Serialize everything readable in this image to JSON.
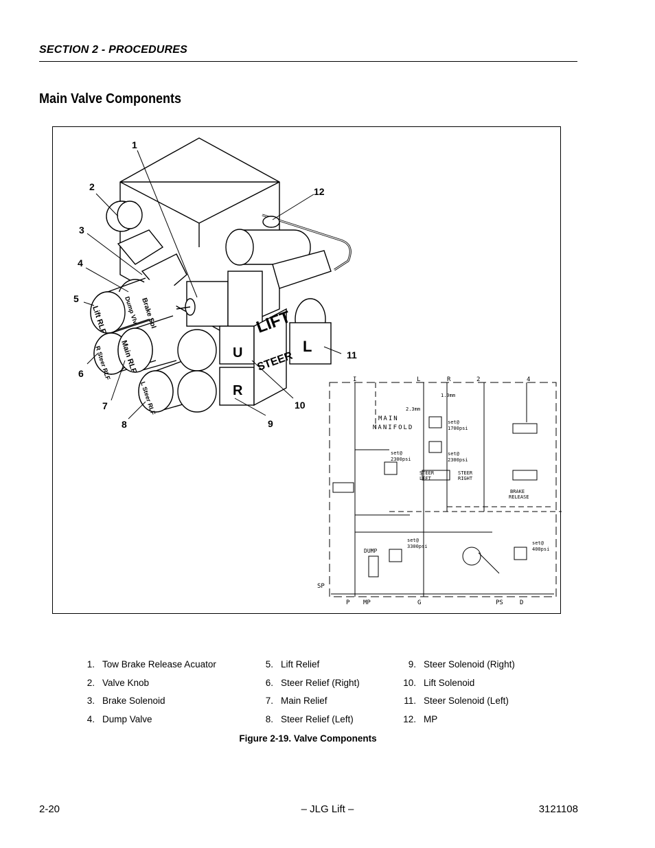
{
  "header": {
    "section": "SECTION 2 - PROCEDURES"
  },
  "title": "Main Valve Components",
  "figure": {
    "callouts": [
      "1",
      "2",
      "3",
      "4",
      "5",
      "6",
      "7",
      "8",
      "9",
      "10",
      "11",
      "12"
    ],
    "valve_labels": {
      "brake_sol": "Brake Sol",
      "dump_valve": "Dump Vlv",
      "lift_relief": "Lift RLF",
      "steer_relief_right": "R Steer RLF",
      "main_relief": "Main RLF",
      "steer_relief_left": "L Steer RLF",
      "lift": "LIFT",
      "steer": "STEER",
      "u": "U",
      "r": "R",
      "l": "L"
    },
    "schematic": {
      "main_manifold": [
        "MAIN",
        "MANIFOLD"
      ],
      "ports_top": [
        "I",
        "L",
        "R",
        "2",
        "4"
      ],
      "ports_bottom": [
        "P",
        "MP",
        "G",
        "PS",
        "D"
      ],
      "sp": "SP",
      "set_1700": [
        "set@",
        "1700psi"
      ],
      "set_2300a": [
        "set@",
        "2300psi"
      ],
      "set_2300b": [
        "set@",
        "2300psi"
      ],
      "set_3300": [
        "set@",
        "3300psi"
      ],
      "set_400": [
        "set@",
        "400psi"
      ],
      "dump": "DUMP",
      "steer_left": [
        "STEER",
        "LEFT"
      ],
      "steer_right": [
        "STEER",
        "RIGHT"
      ],
      "brake_release": [
        "BRAKE",
        "RELEASE"
      ],
      "orifice_a": "2.3mm",
      "orifice_b": "1.0mm"
    }
  },
  "legend": [
    [
      {
        "num": "1.",
        "label": "Tow Brake Release Acuator"
      },
      {
        "num": "2.",
        "label": "Valve Knob"
      },
      {
        "num": "3.",
        "label": "Brake Solenoid"
      },
      {
        "num": "4.",
        "label": "Dump Valve"
      }
    ],
    [
      {
        "num": "5.",
        "label": "Lift Relief"
      },
      {
        "num": "6.",
        "label": "Steer Relief (Right)"
      },
      {
        "num": "7.",
        "label": "Main Relief"
      },
      {
        "num": "8.",
        "label": "Steer Relief (Left)"
      }
    ],
    [
      {
        "num": "9.",
        "label": "Steer Solenoid (Right)"
      },
      {
        "num": "10.",
        "label": "Lift Solenoid"
      },
      {
        "num": "11.",
        "label": "Steer Solenoid (Left)"
      },
      {
        "num": "12.",
        "label": "MP"
      }
    ]
  ],
  "caption": "Figure 2-19.  Valve Components",
  "footer": {
    "page": "2-20",
    "center": "– JLG Lift –",
    "doc_number": "3121108"
  }
}
